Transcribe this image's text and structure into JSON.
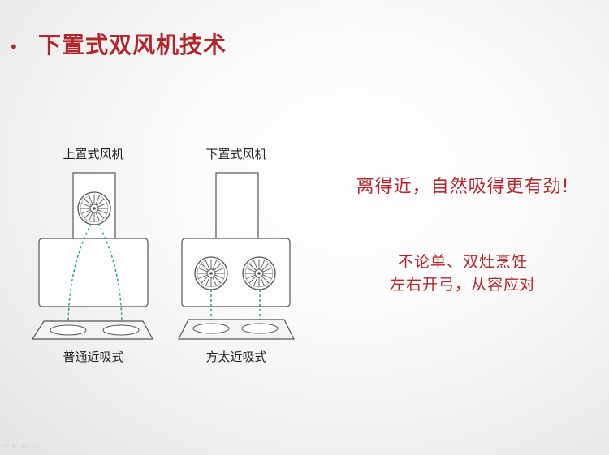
{
  "slide": {
    "bullet": "•",
    "title": "下置式双风机技术",
    "left_diagram": {
      "top_label": "上置式风机",
      "bottom_label": "普通近吸式"
    },
    "right_diagram": {
      "top_label": "下置式风机",
      "bottom_label": "方太近吸式"
    },
    "headline": "离得近，自然吸得更有劲!",
    "sub_lines": [
      "不论单、双灶烹饪",
      "左右开弓，从容应对"
    ],
    "nav_hint": "◂ ▸ ⧉ ◻"
  },
  "colors": {
    "accent": "#b0282c",
    "line": "#555555",
    "airflow": "#2a9a96"
  }
}
